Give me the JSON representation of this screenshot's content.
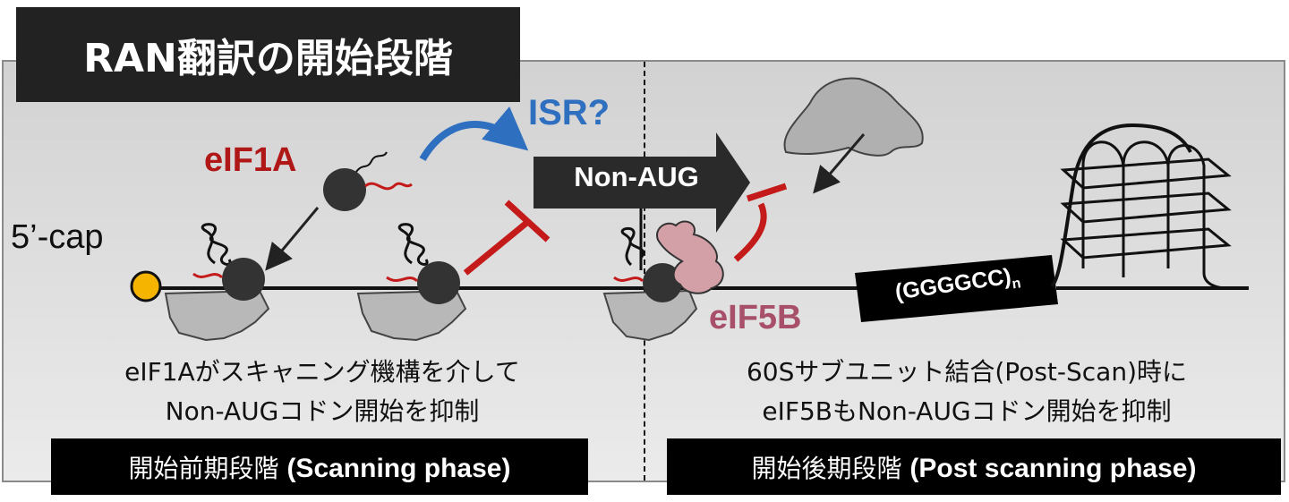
{
  "title": "RAN翻訳の開始段階",
  "labels": {
    "eif1a": "eIF1A",
    "eif5b": "eIF5B",
    "isr": "ISR?",
    "cap": "5’-cap",
    "non_aug": "Non-AUG",
    "repeat": "(GGGGCC)",
    "repeat_subscript": "n"
  },
  "descriptions": {
    "left_line1": "eIF1Aがスキャニング機構を介して",
    "left_line2": "Non-AUGコドン開始を抑制",
    "right_line1": "60Sサブユニット結合(Post-Scan)時に",
    "right_line2": "eIF5BもNon-AUGコドン開始を抑制"
  },
  "phases": {
    "left_jp": "開始前期段階",
    "left_en": "(Scanning phase)",
    "right_jp": "開始後期段階",
    "right_en": "(Post scanning phase)"
  },
  "colors": {
    "eif1a": "#b01818",
    "eif5b": "#a8506a",
    "isr_arrow": "#2e6fc0",
    "inhibition": "#c41a1a",
    "cap": "#f5b400",
    "ribosome_small": "#b8b8b8",
    "ribosome_60s": "#b0b0b0",
    "eif5b_protein": "#d4a0a8"
  }
}
